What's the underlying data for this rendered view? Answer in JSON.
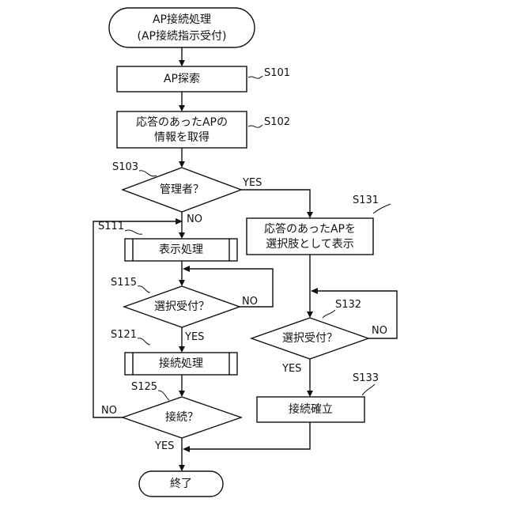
{
  "start": {
    "line1": "AP接続処理",
    "line2": "(AP接続指示受付)"
  },
  "end": {
    "label": "終了"
  },
  "steps": {
    "s101": {
      "id": "S101",
      "text": "AP探索"
    },
    "s102": {
      "id": "S102",
      "line1": "応答のあったAPの",
      "line2": "情報を取得"
    },
    "s103": {
      "id": "S103",
      "text": "管理者？"
    },
    "s111": {
      "id": "S111",
      "text": "表示処理"
    },
    "s115": {
      "id": "S115",
      "text": "選択受付？"
    },
    "s121": {
      "id": "S121",
      "text": "接続処理"
    },
    "s125": {
      "id": "S125",
      "text": "接続？"
    },
    "s131": {
      "id": "S131",
      "line1": "応答のあったAPを",
      "line2": "選択肢として表示"
    },
    "s132": {
      "id": "S132",
      "text": "選択受付？"
    },
    "s133": {
      "id": "S133",
      "text": "接続確立"
    }
  },
  "edges": {
    "s103_yes": "YES",
    "s103_no": "NO",
    "s115_yes": "YES",
    "s115_no": "NO",
    "s125_yes": "YES",
    "s125_no": "NO",
    "s132_yes": "YES",
    "s132_no": "NO"
  }
}
